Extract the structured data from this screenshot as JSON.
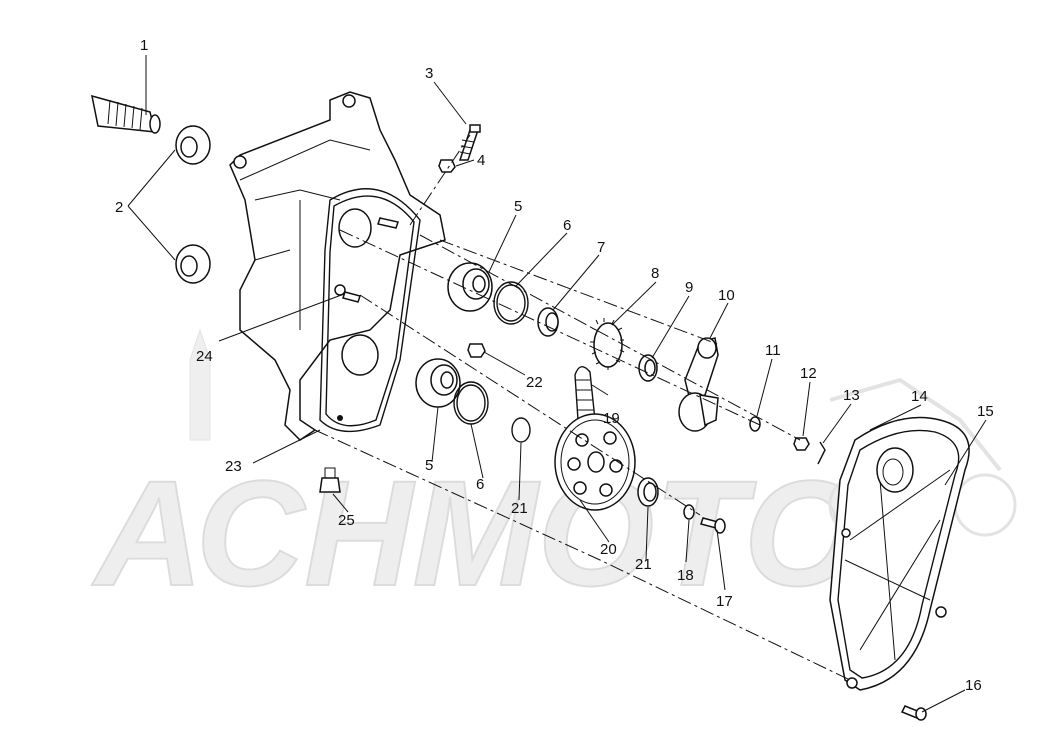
{
  "diagram": {
    "watermark_text": "АСНМОТО",
    "labels": [
      {
        "id": "1",
        "text": "1"
      },
      {
        "id": "2",
        "text": "2"
      },
      {
        "id": "3",
        "text": "3"
      },
      {
        "id": "4",
        "text": "4"
      },
      {
        "id": "5a",
        "text": "5"
      },
      {
        "id": "5b",
        "text": "5"
      },
      {
        "id": "6a",
        "text": "6"
      },
      {
        "id": "6b",
        "text": "6"
      },
      {
        "id": "7",
        "text": "7"
      },
      {
        "id": "8",
        "text": "8"
      },
      {
        "id": "9",
        "text": "9"
      },
      {
        "id": "10",
        "text": "10"
      },
      {
        "id": "11",
        "text": "11"
      },
      {
        "id": "12",
        "text": "12"
      },
      {
        "id": "13",
        "text": "13"
      },
      {
        "id": "14",
        "text": "14"
      },
      {
        "id": "15",
        "text": "15"
      },
      {
        "id": "16",
        "text": "16"
      },
      {
        "id": "17",
        "text": "17"
      },
      {
        "id": "18",
        "text": "18"
      },
      {
        "id": "19",
        "text": "19"
      },
      {
        "id": "20",
        "text": "20"
      },
      {
        "id": "21a",
        "text": "21"
      },
      {
        "id": "21b",
        "text": "21"
      },
      {
        "id": "22",
        "text": "22"
      },
      {
        "id": "23",
        "text": "23"
      },
      {
        "id": "24",
        "text": "24"
      },
      {
        "id": "25",
        "text": "25"
      }
    ]
  }
}
